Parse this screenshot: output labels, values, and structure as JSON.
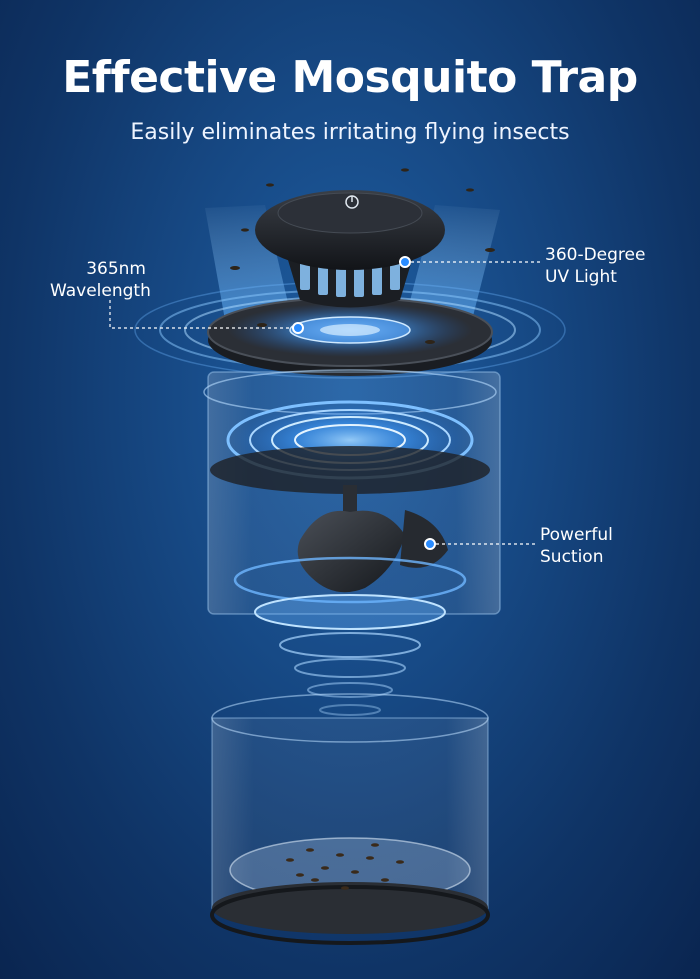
{
  "header": {
    "title": "Effective Mosquito Trap",
    "subtitle": "Easily eliminates irritating flying insects"
  },
  "callouts": {
    "wavelength": {
      "line1": "365nm",
      "line2": "Wavelength"
    },
    "uv_light": {
      "line1": "360-Degree",
      "line2": "UV Light"
    },
    "suction": {
      "line1": "Powerful",
      "line2": "Suction"
    }
  },
  "colors": {
    "background": "#174a86",
    "glow": "#3fa0ff",
    "text": "#ffffff"
  }
}
